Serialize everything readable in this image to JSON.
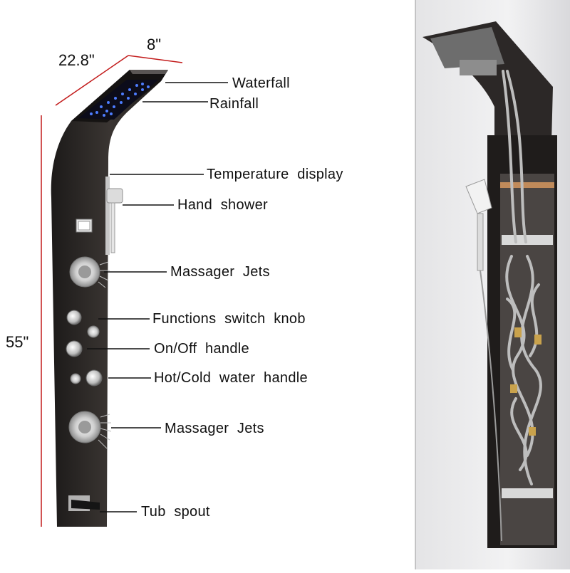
{
  "dimensions": {
    "depth": "22.8\"",
    "width": "8\"",
    "height": "55\""
  },
  "labels": {
    "waterfall": "Waterfall",
    "rainfall": "Rainfall",
    "temperature_display": "Temperature  display",
    "hand_shower": "Hand  shower",
    "massager_jets_upper": "Massager  Jets",
    "functions_switch_knob": "Functions  switch  knob",
    "on_off_handle": "On/Off  handle",
    "hot_cold_handle": "Hot/Cold  water  handle",
    "massager_jets_lower": "Massager  Jets",
    "tub_spout": "Tub  spout"
  },
  "colors": {
    "dimension_line": "#c21a1a",
    "panel": "#2a2624",
    "led": "#3a6cff",
    "wall": "#ececec"
  }
}
